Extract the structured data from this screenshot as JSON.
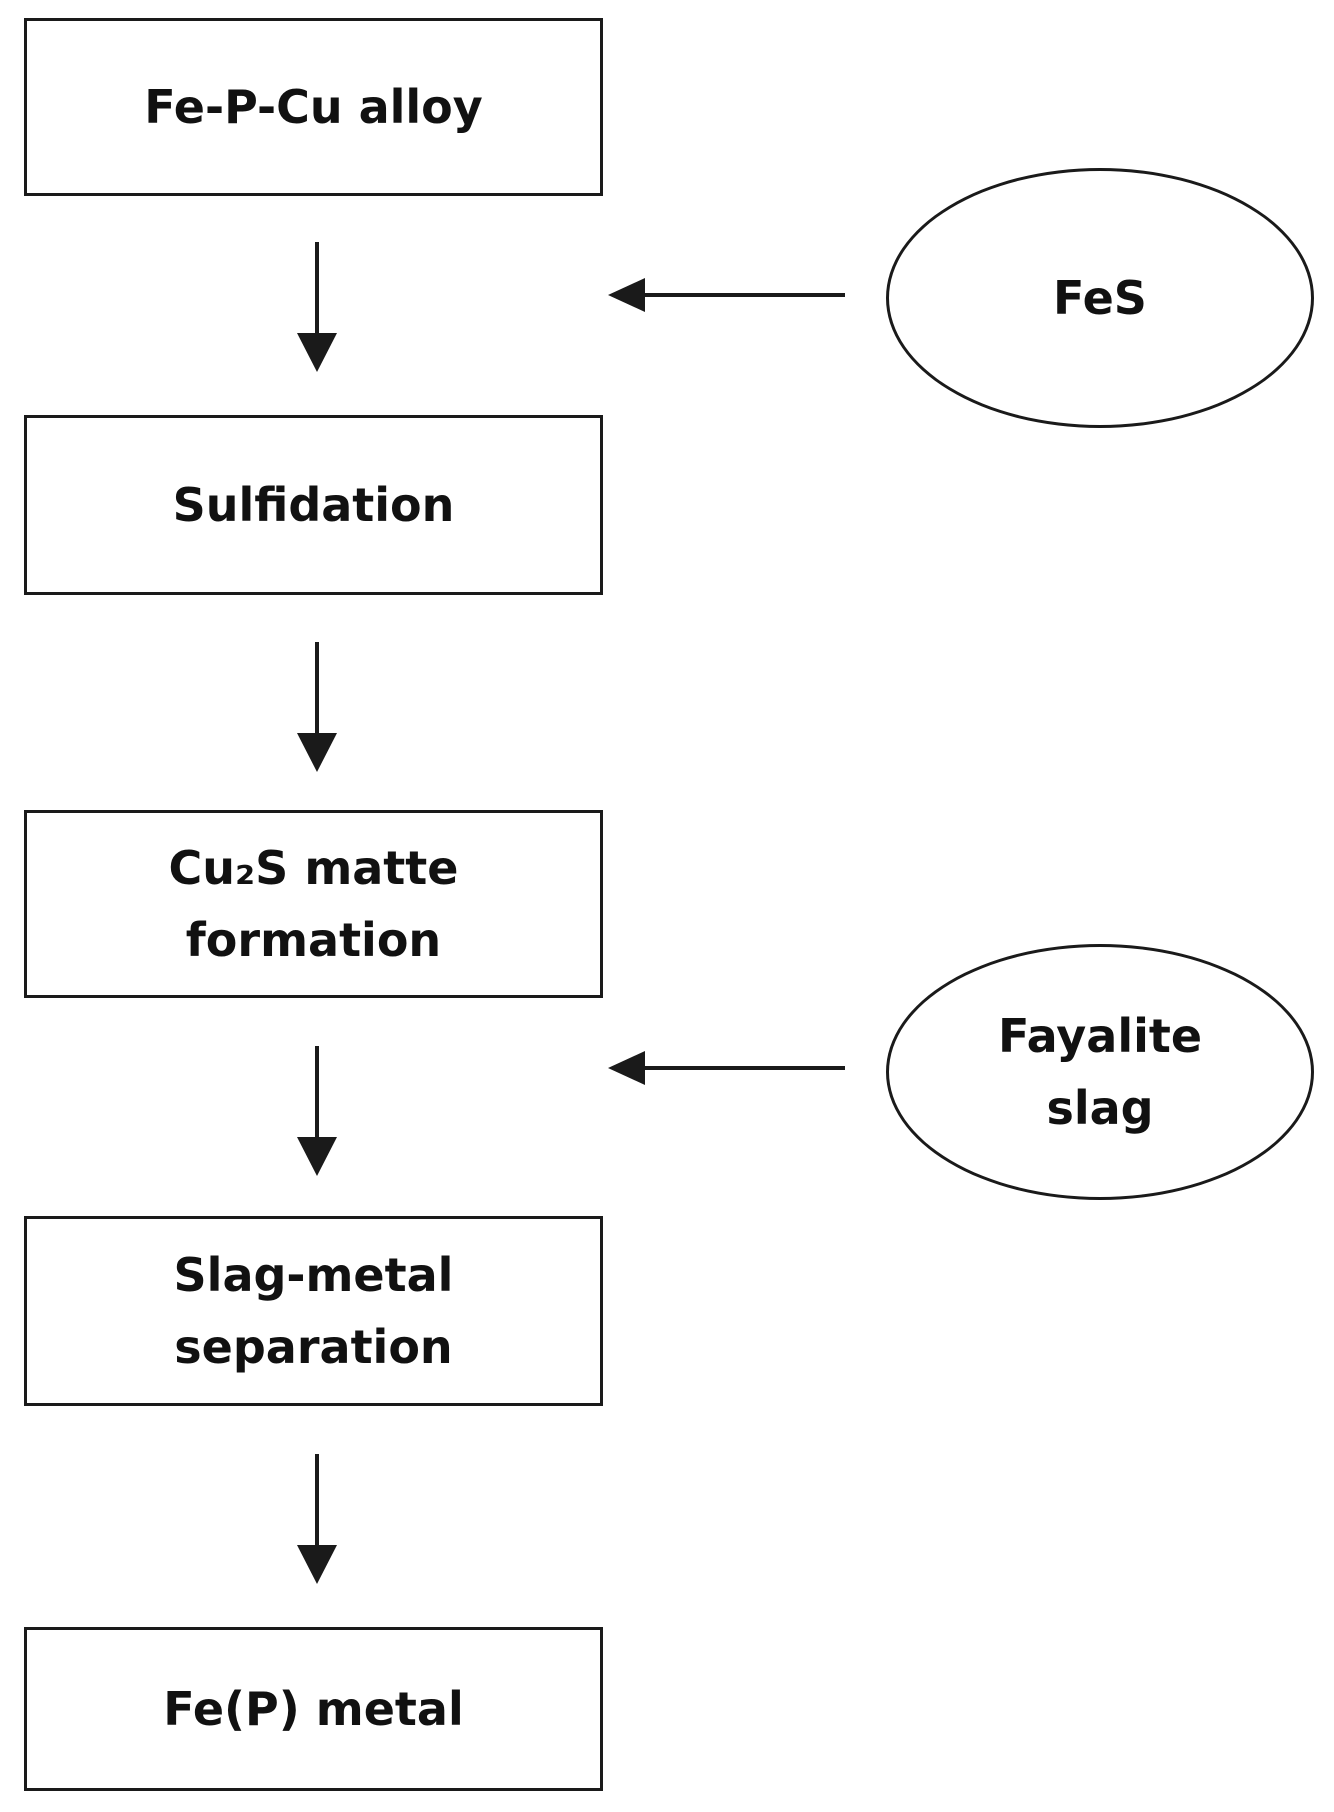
{
  "steps": [
    {
      "lines": [
        "Fe-P-Cu alloy"
      ]
    },
    {
      "lines": [
        "Sulfidation"
      ]
    },
    {
      "lines": [
        "Cu₂S matte",
        "formation"
      ]
    },
    {
      "lines": [
        "Slag-metal",
        "separation"
      ]
    },
    {
      "lines": [
        "Fe(P) metal"
      ]
    }
  ],
  "inputs": [
    {
      "lines": [
        "FeS"
      ]
    },
    {
      "lines": [
        "Fayalite",
        "slag"
      ]
    }
  ],
  "colors": {
    "stroke": "#1a1a1a",
    "text": "#111111",
    "background": "#ffffff"
  }
}
